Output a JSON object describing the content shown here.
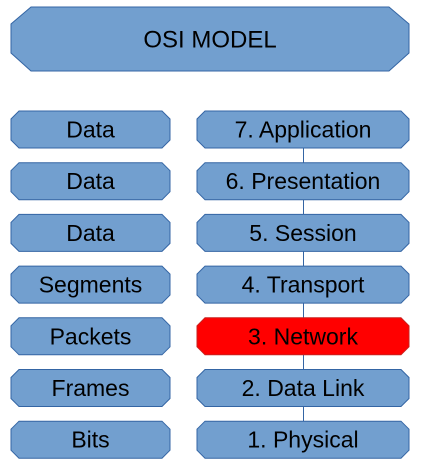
{
  "title": "OSI MODEL",
  "colors": {
    "box_fill": "#729fcf",
    "box_stroke": "#3465a4",
    "highlight_fill": "#ff0000",
    "highlight_stroke": "#c9211e",
    "connector": "#3465a4",
    "text": "#000000"
  },
  "rows": [
    {
      "unit": "Data",
      "layer": "7. Application",
      "highlighted": false
    },
    {
      "unit": "Data",
      "layer": "6. Presentation",
      "highlighted": false
    },
    {
      "unit": "Data",
      "layer": "5. Session",
      "highlighted": false
    },
    {
      "unit": "Segments",
      "layer": "4. Transport",
      "highlighted": false
    },
    {
      "unit": "Packets",
      "layer": "3. Network",
      "highlighted": true
    },
    {
      "unit": "Frames",
      "layer": "2. Data Link",
      "highlighted": false
    },
    {
      "unit": "Bits",
      "layer": "1. Physical",
      "highlighted": false
    }
  ]
}
